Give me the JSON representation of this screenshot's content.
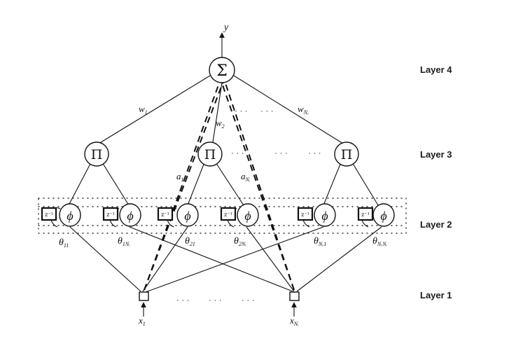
{
  "layers": {
    "layer4": "Layer 4",
    "layer3": "Layer 3",
    "layer2": "Layer 2",
    "layer1": "Layer 1"
  },
  "symbols": {
    "output": "y",
    "sum": "Σ",
    "product": "Π",
    "phi": "ϕ",
    "delay": "z⁻¹",
    "ellipsis": "· · ·"
  },
  "weights": {
    "w1": {
      "base": "w",
      "sub": "1"
    },
    "w2": {
      "base": "w",
      "sub": "2"
    },
    "wN": {
      "base": "w",
      "sub": "Nₑ"
    }
  },
  "recurrent": {
    "a1": {
      "base": "a",
      "sub": "1"
    },
    "aN": {
      "base": "a",
      "sub": "Nᵢ"
    }
  },
  "thetas": [
    {
      "base": "θ",
      "sub": "11"
    },
    {
      "base": "θ",
      "sub": "1Nᵢ"
    },
    {
      "base": "θ",
      "sub": "21"
    },
    {
      "base": "θ",
      "sub": "2Nᵢ"
    },
    {
      "base": "θ",
      "sub": "Nₑ1"
    },
    {
      "base": "θ",
      "sub": "NₑNᵢ"
    }
  ],
  "inputs": {
    "x1": {
      "base": "x",
      "sub": "1"
    },
    "xN": {
      "base": "x",
      "sub": "Nᵢ"
    }
  }
}
